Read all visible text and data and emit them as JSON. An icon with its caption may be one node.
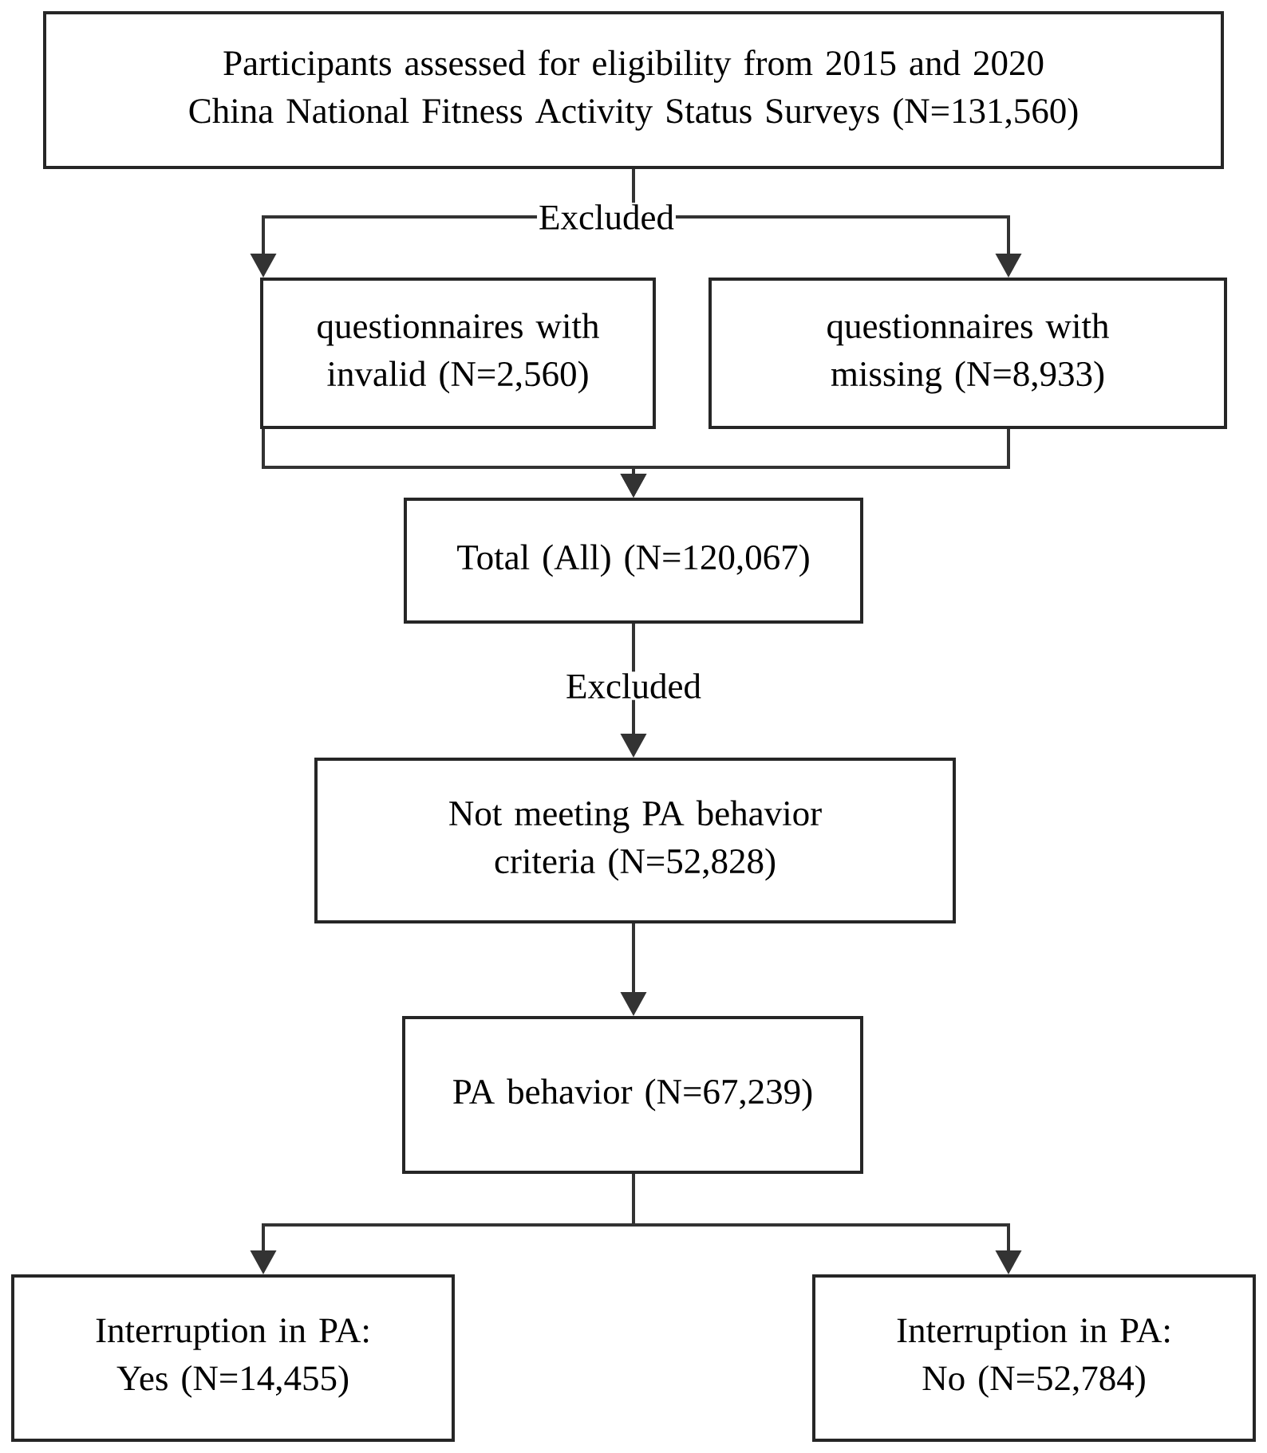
{
  "diagram": {
    "nodes": [
      {
        "text": [
          "Participants assessed for eligibility from 2015 and 2020 China National Fitness Activity Status Surveys (N=131,560)"
        ]
      },
      {
        "text": [
          "questionnaires with invalid (N=2,560)"
        ]
      },
      {
        "text": [
          "questionnaires with missing (N=8,933)"
        ]
      },
      {
        "text": [
          "Total (All) (N=120,067)"
        ]
      },
      {
        "text": [
          "Not meeting PA behavior criteria (N=52,828)"
        ]
      },
      {
        "text": [
          "PA behavior (N=67,239)"
        ]
      },
      {
        "text": [
          "Interruption in PA: Yes (N=14,455)"
        ]
      },
      {
        "text": [
          "Interruption in PA: No (N=52,784)"
        ]
      }
    ],
    "edges": [
      {
        "from": 0,
        "to": 1,
        "arrow": "to",
        "label": "Excluded"
      },
      {
        "from": 0,
        "to": 2,
        "arrow": "to"
      },
      {
        "from": 1,
        "to": 3,
        "arrow": "to"
      },
      {
        "from": 2,
        "to": 3,
        "arrow": "to"
      },
      {
        "from": 3,
        "to": 4,
        "arrow": "to",
        "label": "Excluded"
      },
      {
        "from": 4,
        "to": 5,
        "arrow": "to"
      },
      {
        "from": 5,
        "to": 6,
        "arrow": "to"
      },
      {
        "from": 5,
        "to": 7,
        "arrow": "to"
      }
    ]
  }
}
